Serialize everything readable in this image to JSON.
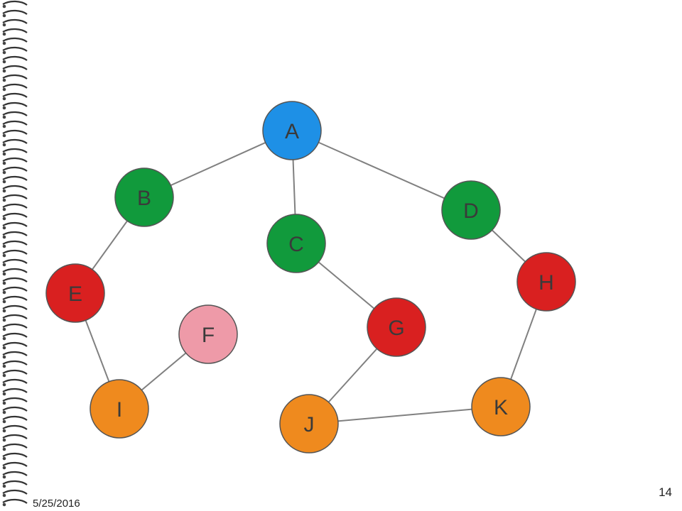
{
  "slide": {
    "date": "5/25/2016",
    "page_number": "14"
  },
  "graph": {
    "nodes": [
      {
        "id": "A",
        "label": "A",
        "color": "#1e90e6"
      },
      {
        "id": "B",
        "label": "B",
        "color": "#119a3c"
      },
      {
        "id": "C",
        "label": "C",
        "color": "#119a3c"
      },
      {
        "id": "D",
        "label": "D",
        "color": "#119a3c"
      },
      {
        "id": "E",
        "label": "E",
        "color": "#d92020"
      },
      {
        "id": "F",
        "label": "F",
        "color": "#ee9aa8"
      },
      {
        "id": "G",
        "label": "G",
        "color": "#d92020"
      },
      {
        "id": "H",
        "label": "H",
        "color": "#d92020"
      },
      {
        "id": "I",
        "label": "I",
        "color": "#ef8a1e"
      },
      {
        "id": "J",
        "label": "J",
        "color": "#ef8a1e"
      },
      {
        "id": "K",
        "label": "K",
        "color": "#ef8a1e"
      }
    ],
    "edges": [
      [
        "A",
        "B"
      ],
      [
        "A",
        "C"
      ],
      [
        "A",
        "D"
      ],
      [
        "B",
        "E"
      ],
      [
        "E",
        "I"
      ],
      [
        "F",
        "I"
      ],
      [
        "C",
        "G"
      ],
      [
        "G",
        "J"
      ],
      [
        "J",
        "K"
      ],
      [
        "D",
        "H"
      ],
      [
        "H",
        "K"
      ]
    ],
    "edge_color": "#808080",
    "node_stroke": "#555555"
  }
}
